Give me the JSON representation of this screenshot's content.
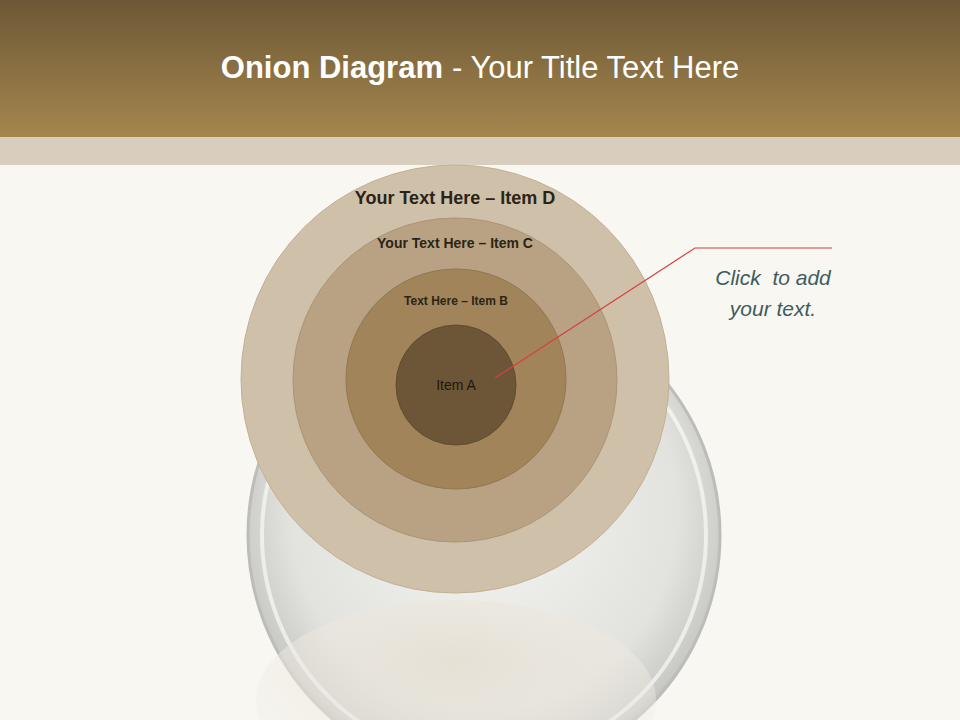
{
  "diagram": {
    "title": "Onion Diagram",
    "nodes": [
      {
        "text": [
          "Your Text Here – Item D"
        ]
      },
      {
        "text": [
          "Your Text Here – Item C"
        ],
        "in": 0
      },
      {
        "text": [
          "Text Here – Item B"
        ],
        "in": 1
      },
      {
        "text": [
          "Item A"
        ],
        "in": 2
      }
    ],
    "labels": [
      "- Your Title Text Here",
      "Click  to add your text."
    ]
  }
}
